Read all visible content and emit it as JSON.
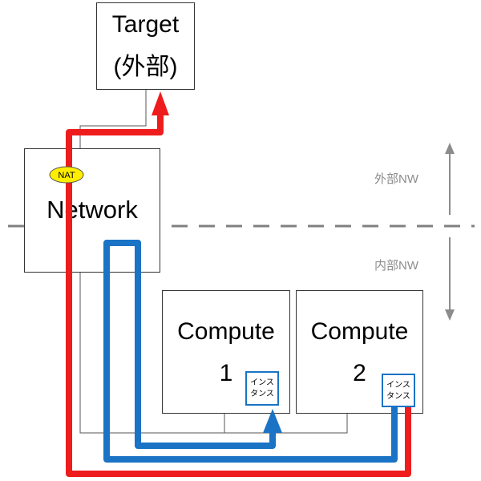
{
  "target": {
    "line1": "Target",
    "line2": "(外部)"
  },
  "network": {
    "label": "Network",
    "nat_badge": "NAT"
  },
  "compute1": {
    "line1": "Compute",
    "line2": "1",
    "instance": {
      "line1": "インス",
      "line2": "タンス"
    }
  },
  "compute2": {
    "line1": "Compute",
    "line2": "2",
    "instance": {
      "line1": "インス",
      "line2": "タンス"
    }
  },
  "zones": {
    "external": "外部NW",
    "internal": "内部NW"
  },
  "colors": {
    "external_route": "#ee1c1c",
    "internal_route": "#1a73c4",
    "nat_badge": "#ffee00",
    "divider": "#808080",
    "thin_line": "#555555"
  }
}
